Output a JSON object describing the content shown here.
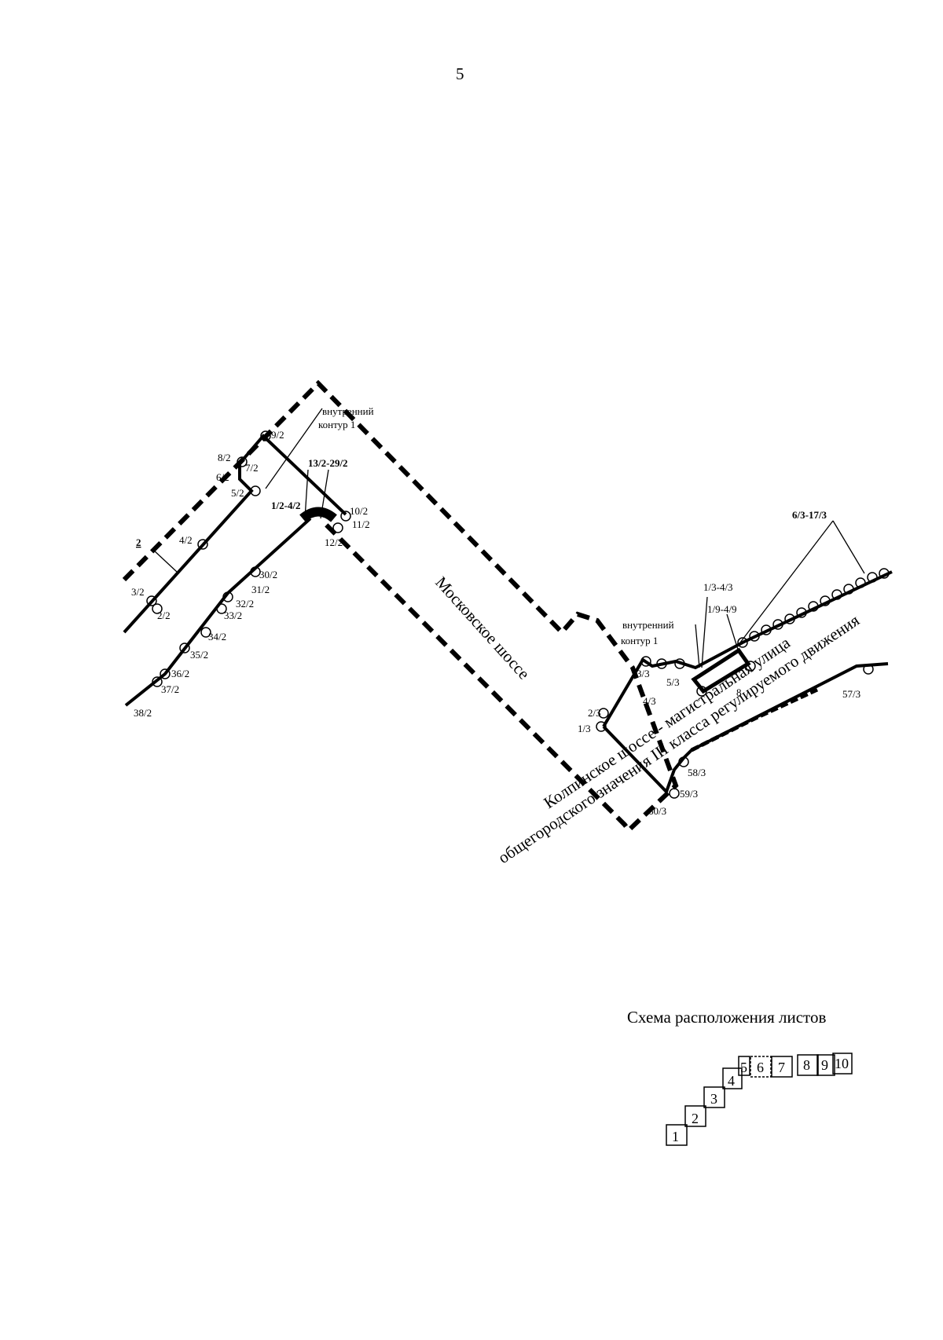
{
  "page_number": "5",
  "legend": {
    "title": "Схема расположения листов",
    "sheets": [
      "1",
      "2",
      "3",
      "4",
      "5",
      "6",
      "7",
      "8",
      "9",
      "10"
    ]
  },
  "roads": {
    "moskovskoe": "Московское шоссе",
    "kolpinskoe_line1": "Колпинское шоссе - магистральная улица",
    "kolpinskoe_line2": "общегородского значения III класса регулируемого движения"
  },
  "contours": {
    "inner_contour_top": [
      "внутренний",
      "контур 1"
    ],
    "inner_contour_right": [
      "внутренний",
      "контур 1"
    ]
  },
  "group_labels": {
    "g1": "13/2-29/2",
    "g2": "1/2-4/2",
    "g3": "6/3-17/3",
    "g4": "1/3-4/3",
    "g5": "1/9-4/9",
    "line2": "2"
  },
  "points": {
    "p9_2": "9/2",
    "p8_2": "8/2",
    "p7_2": "7/2",
    "p6_2": "6/2",
    "p5_2": "5/2",
    "p4_2": "4/2",
    "p3_2": "3/2",
    "p2_2": "2/2",
    "p10_2": "10/2",
    "p11_2": "11/2",
    "p12_2": "12/2",
    "p30_2": "30/2",
    "p31_2": "31/2",
    "p32_2": "32/2",
    "p33_2": "33/2",
    "p34_2": "34/2",
    "p35_2": "35/2",
    "p36_2": "36/2",
    "p37_2": "37/2",
    "p38_2": "38/2",
    "p3_3": "3/3",
    "p4_3": "4/3",
    "p5_3": "5/3",
    "p2_3": "2/3",
    "p1_3": "1/3",
    "p57_3": "57/3",
    "p58_3": "58/3",
    "p59_3": "59/3",
    "p60_3": "60/3",
    "p8": "8"
  }
}
